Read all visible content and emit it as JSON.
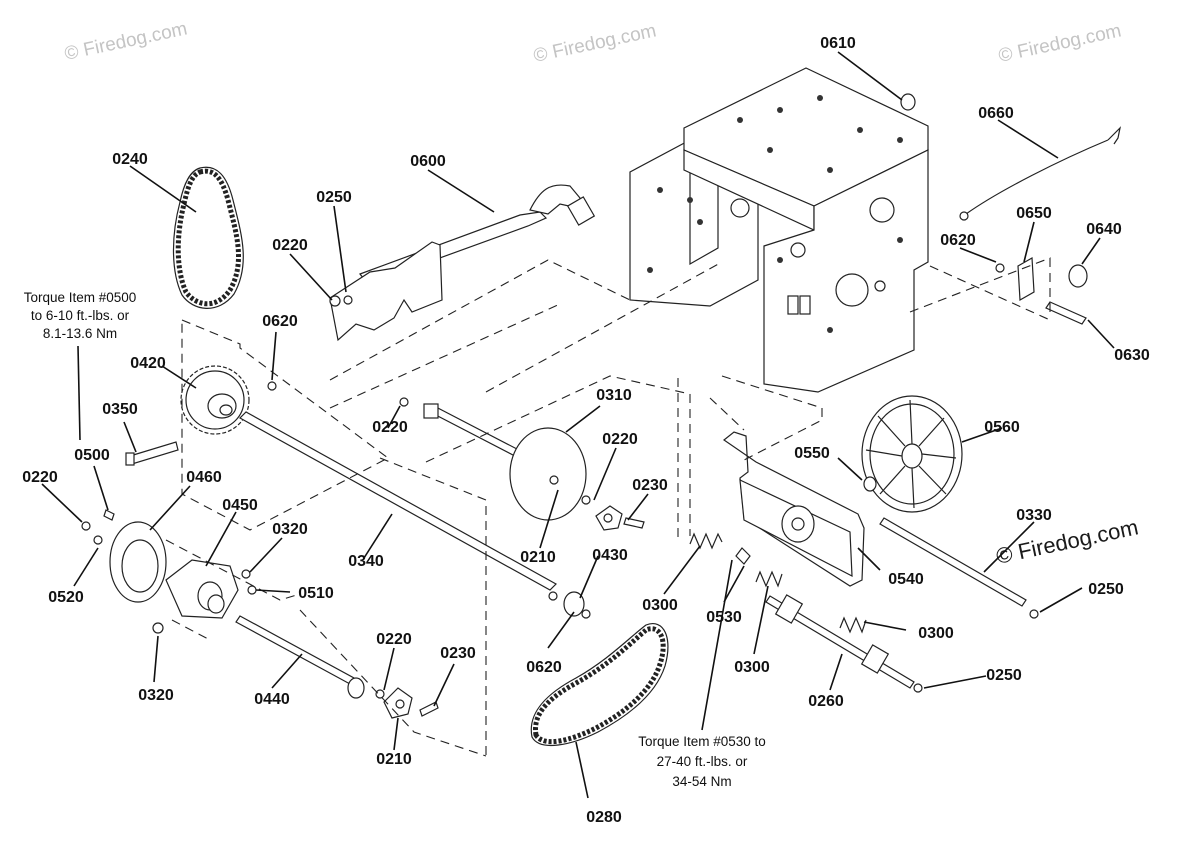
{
  "watermarks": {
    "top_left": "© Firedog.com",
    "top_center": "© Firedog.com",
    "top_right": "© Firedog.com",
    "right": "© Firedog.com"
  },
  "notes": {
    "torque_0500": [
      "Torque Item #0500",
      "to 6-10 ft.-lbs. or",
      "8.1-13.6 Nm"
    ],
    "torque_0530": [
      "Torque Item #0530 to",
      "27-40 ft.-lbs. or",
      "34-54 Nm"
    ]
  },
  "callouts": {
    "c0240": "0240",
    "c0600": "0600",
    "c0250_top": "0250",
    "c0220_top": "0220",
    "c0610": "0610",
    "c0660": "0660",
    "c0650": "0650",
    "c0640": "0640",
    "c0620_right": "0620",
    "c0630": "0630",
    "c0620_left": "0620",
    "c0420": "0420",
    "c0350": "0350",
    "c0500": "0500",
    "c0220_left": "0220",
    "c0460": "0460",
    "c0450": "0450",
    "c0320_upper": "0320",
    "c0510": "0510",
    "c0520": "0520",
    "c0320_lower": "0320",
    "c0440": "0440",
    "c0340": "0340",
    "c0220_mid": "0220",
    "c0310": "0310",
    "c0220_disc": "0220",
    "c0230_upper": "0230",
    "c0210_upper": "0210",
    "c0430": "0430",
    "c0620_lower": "0620",
    "c0220_lower": "0220",
    "c0230_lower": "0230",
    "c0210_lower": "0210",
    "c0550": "0550",
    "c0560": "0560",
    "c0330": "0330",
    "c0540": "0540",
    "c0250_right": "0250",
    "c0300_left": "0300",
    "c0530": "0530",
    "c0300_right": "0300",
    "c0300_mid": "0300",
    "c0260": "0260",
    "c0250_low": "0250",
    "c0280": "0280"
  }
}
